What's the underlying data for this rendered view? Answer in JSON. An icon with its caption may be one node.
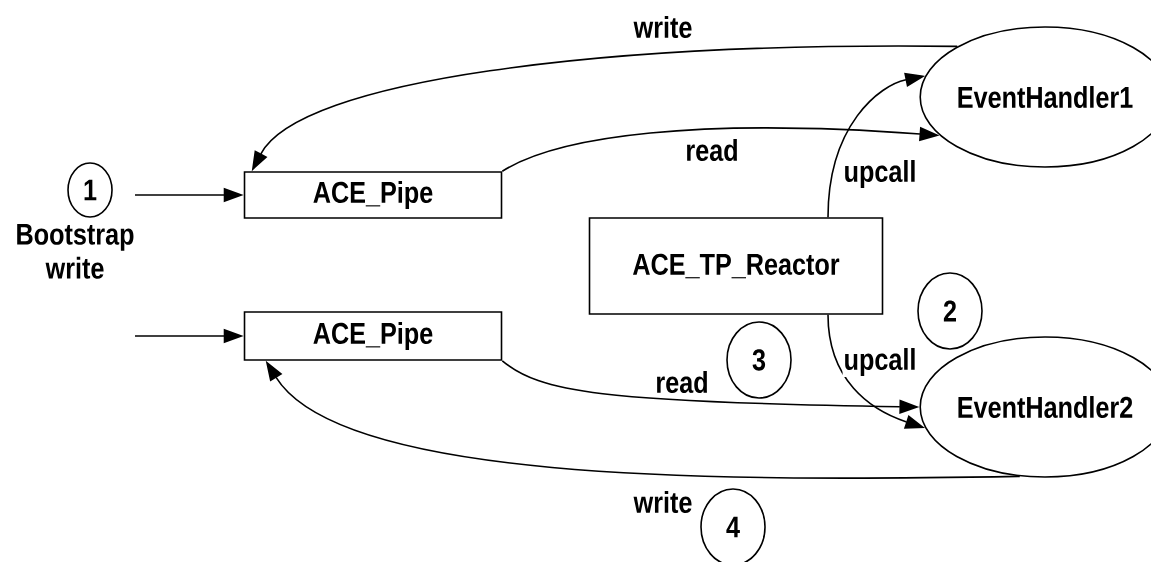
{
  "diagram": {
    "nodes": [
      {
        "text": [
          "1"
        ],
        "beside": [
          "Bootstrap write"
        ]
      },
      {
        "text": [
          "ACE_Pipe"
        ]
      },
      {
        "text": [
          "EventHandler1"
        ]
      },
      {
        "text": [
          "ACE_TP_Reactor"
        ]
      },
      {
        "text": [
          "2"
        ]
      },
      {
        "text": [
          "ACE_Pipe"
        ]
      },
      {
        "text": [
          "3"
        ]
      },
      {
        "text": [
          "EventHandler2"
        ]
      },
      {
        "text": [
          "4"
        ]
      }
    ],
    "edges": [
      {
        "from": null,
        "to": 1,
        "arrow": "to"
      },
      {
        "from": null,
        "to": 5,
        "arrow": "to"
      },
      {
        "from": 2,
        "to": 1,
        "arrow": "to",
        "label": "write"
      },
      {
        "from": 1,
        "to": 2,
        "arrow": "to",
        "label": "read"
      },
      {
        "from": 3,
        "to": 2,
        "arrow": "to",
        "label": "upcall"
      },
      {
        "from": 3,
        "to": 7,
        "arrow": "to",
        "label": "upcall"
      },
      {
        "from": 5,
        "to": 7,
        "arrow": "to",
        "label": "read"
      },
      {
        "from": 7,
        "to": 5,
        "arrow": "to",
        "label": "write"
      }
    ]
  }
}
